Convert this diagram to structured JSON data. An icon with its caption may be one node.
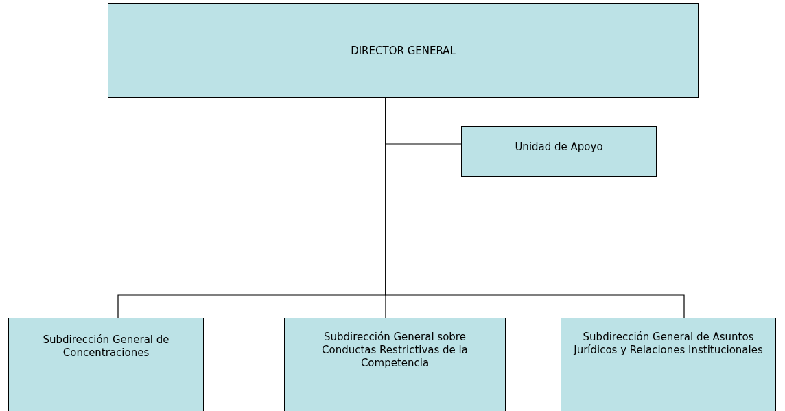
{
  "diagram": {
    "nodes": [
      {
        "text": [
          "DIRECTOR GENERAL"
        ]
      },
      {
        "text": [
          "Unidad de Apoyo"
        ]
      },
      {
        "text": [
          "Subdirección General de Concentraciones"
        ]
      },
      {
        "text": [
          "Subdirección General sobre Conductas Restrictivas de la Competencia"
        ]
      },
      {
        "text": [
          "Subdirección General de Asuntos Jurídicos y Relaciones Institucionales"
        ]
      }
    ],
    "edges": [
      {
        "from": 0,
        "to": 1,
        "arrow": "none"
      },
      {
        "from": 0,
        "to": 2,
        "arrow": "none"
      },
      {
        "from": 0,
        "to": 3,
        "arrow": "none"
      },
      {
        "from": 0,
        "to": 4,
        "arrow": "none"
      }
    ]
  }
}
